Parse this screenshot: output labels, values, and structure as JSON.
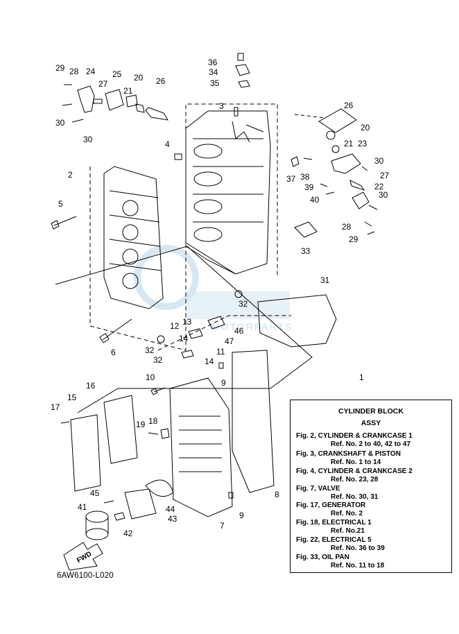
{
  "diagram": {
    "callouts": [
      "1",
      "2",
      "3",
      "4",
      "5",
      "6",
      "7",
      "8",
      "9",
      "9",
      "10",
      "11",
      "12",
      "13",
      "14",
      "14",
      "15",
      "16",
      "17",
      "18",
      "19",
      "20",
      "20",
      "21",
      "21",
      "22",
      "23",
      "24",
      "25",
      "26",
      "26",
      "27",
      "27",
      "28",
      "28",
      "29",
      "29",
      "30",
      "30",
      "30",
      "30",
      "31",
      "32",
      "32",
      "32",
      "33",
      "34",
      "35",
      "36",
      "37",
      "38",
      "39",
      "40",
      "41",
      "42",
      "43",
      "44",
      "45",
      "46",
      "47"
    ],
    "watermark_text": "MOTORPARTS",
    "fwd_label": "FWD"
  },
  "reference_box": {
    "title": "CYLINDER BLOCK",
    "subtitle": "ASSY",
    "lines": [
      "Fig. 2, CYLINDER & CRANKCASE 1",
      "Ref. No. 2 to 40, 42 to 47",
      "Fig. 3, CRANKSHAFT & PISTON",
      "Ref. No. 1 to 14",
      "Fig. 4, CYLINDER & CRANKCASE 2",
      "Ref. No. 23, 28",
      "Fig. 7, VALVE",
      "Ref. No. 30, 31",
      "Fig. 17, GENERATOR",
      "Ref. No. 2",
      "Fig. 18, ELECTRICAL 1",
      "Ref. No.21",
      "Fig. 22, ELECTRICAL 5",
      "Ref. No. 36 to 39",
      "Fig. 33, OIL PAN",
      "Ref. No. 11 to 18"
    ]
  },
  "catalog_code": "6AW6100-L020",
  "colors": {
    "line": "#000000",
    "watermark": "#b7d3ea",
    "paper": "#ffffff"
  }
}
